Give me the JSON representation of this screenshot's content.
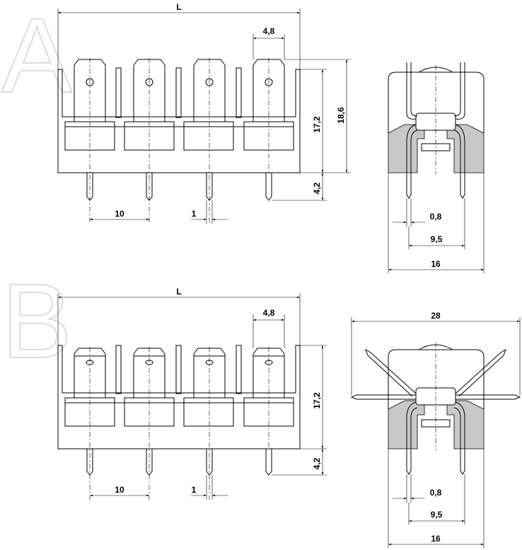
{
  "views": {
    "a": {
      "letter": "A",
      "dims": {
        "length": "L",
        "tab_width": "4,8",
        "height_body": "17,2",
        "height_total": "18,6",
        "pin_length": "4,2",
        "pitch": "10",
        "pin_dia": "1",
        "side_pin": "0,8",
        "side_pitch": "9,5",
        "side_width": "16"
      }
    },
    "b": {
      "letter": "B",
      "dims": {
        "length": "L",
        "tab_width": "4,8",
        "height_body": "17,2",
        "pin_length": "4,2",
        "pitch": "10",
        "pin_dia": "1",
        "side_pin": "0,8",
        "side_pitch": "9,5",
        "side_width": "16",
        "spread_width": "28"
      }
    }
  }
}
